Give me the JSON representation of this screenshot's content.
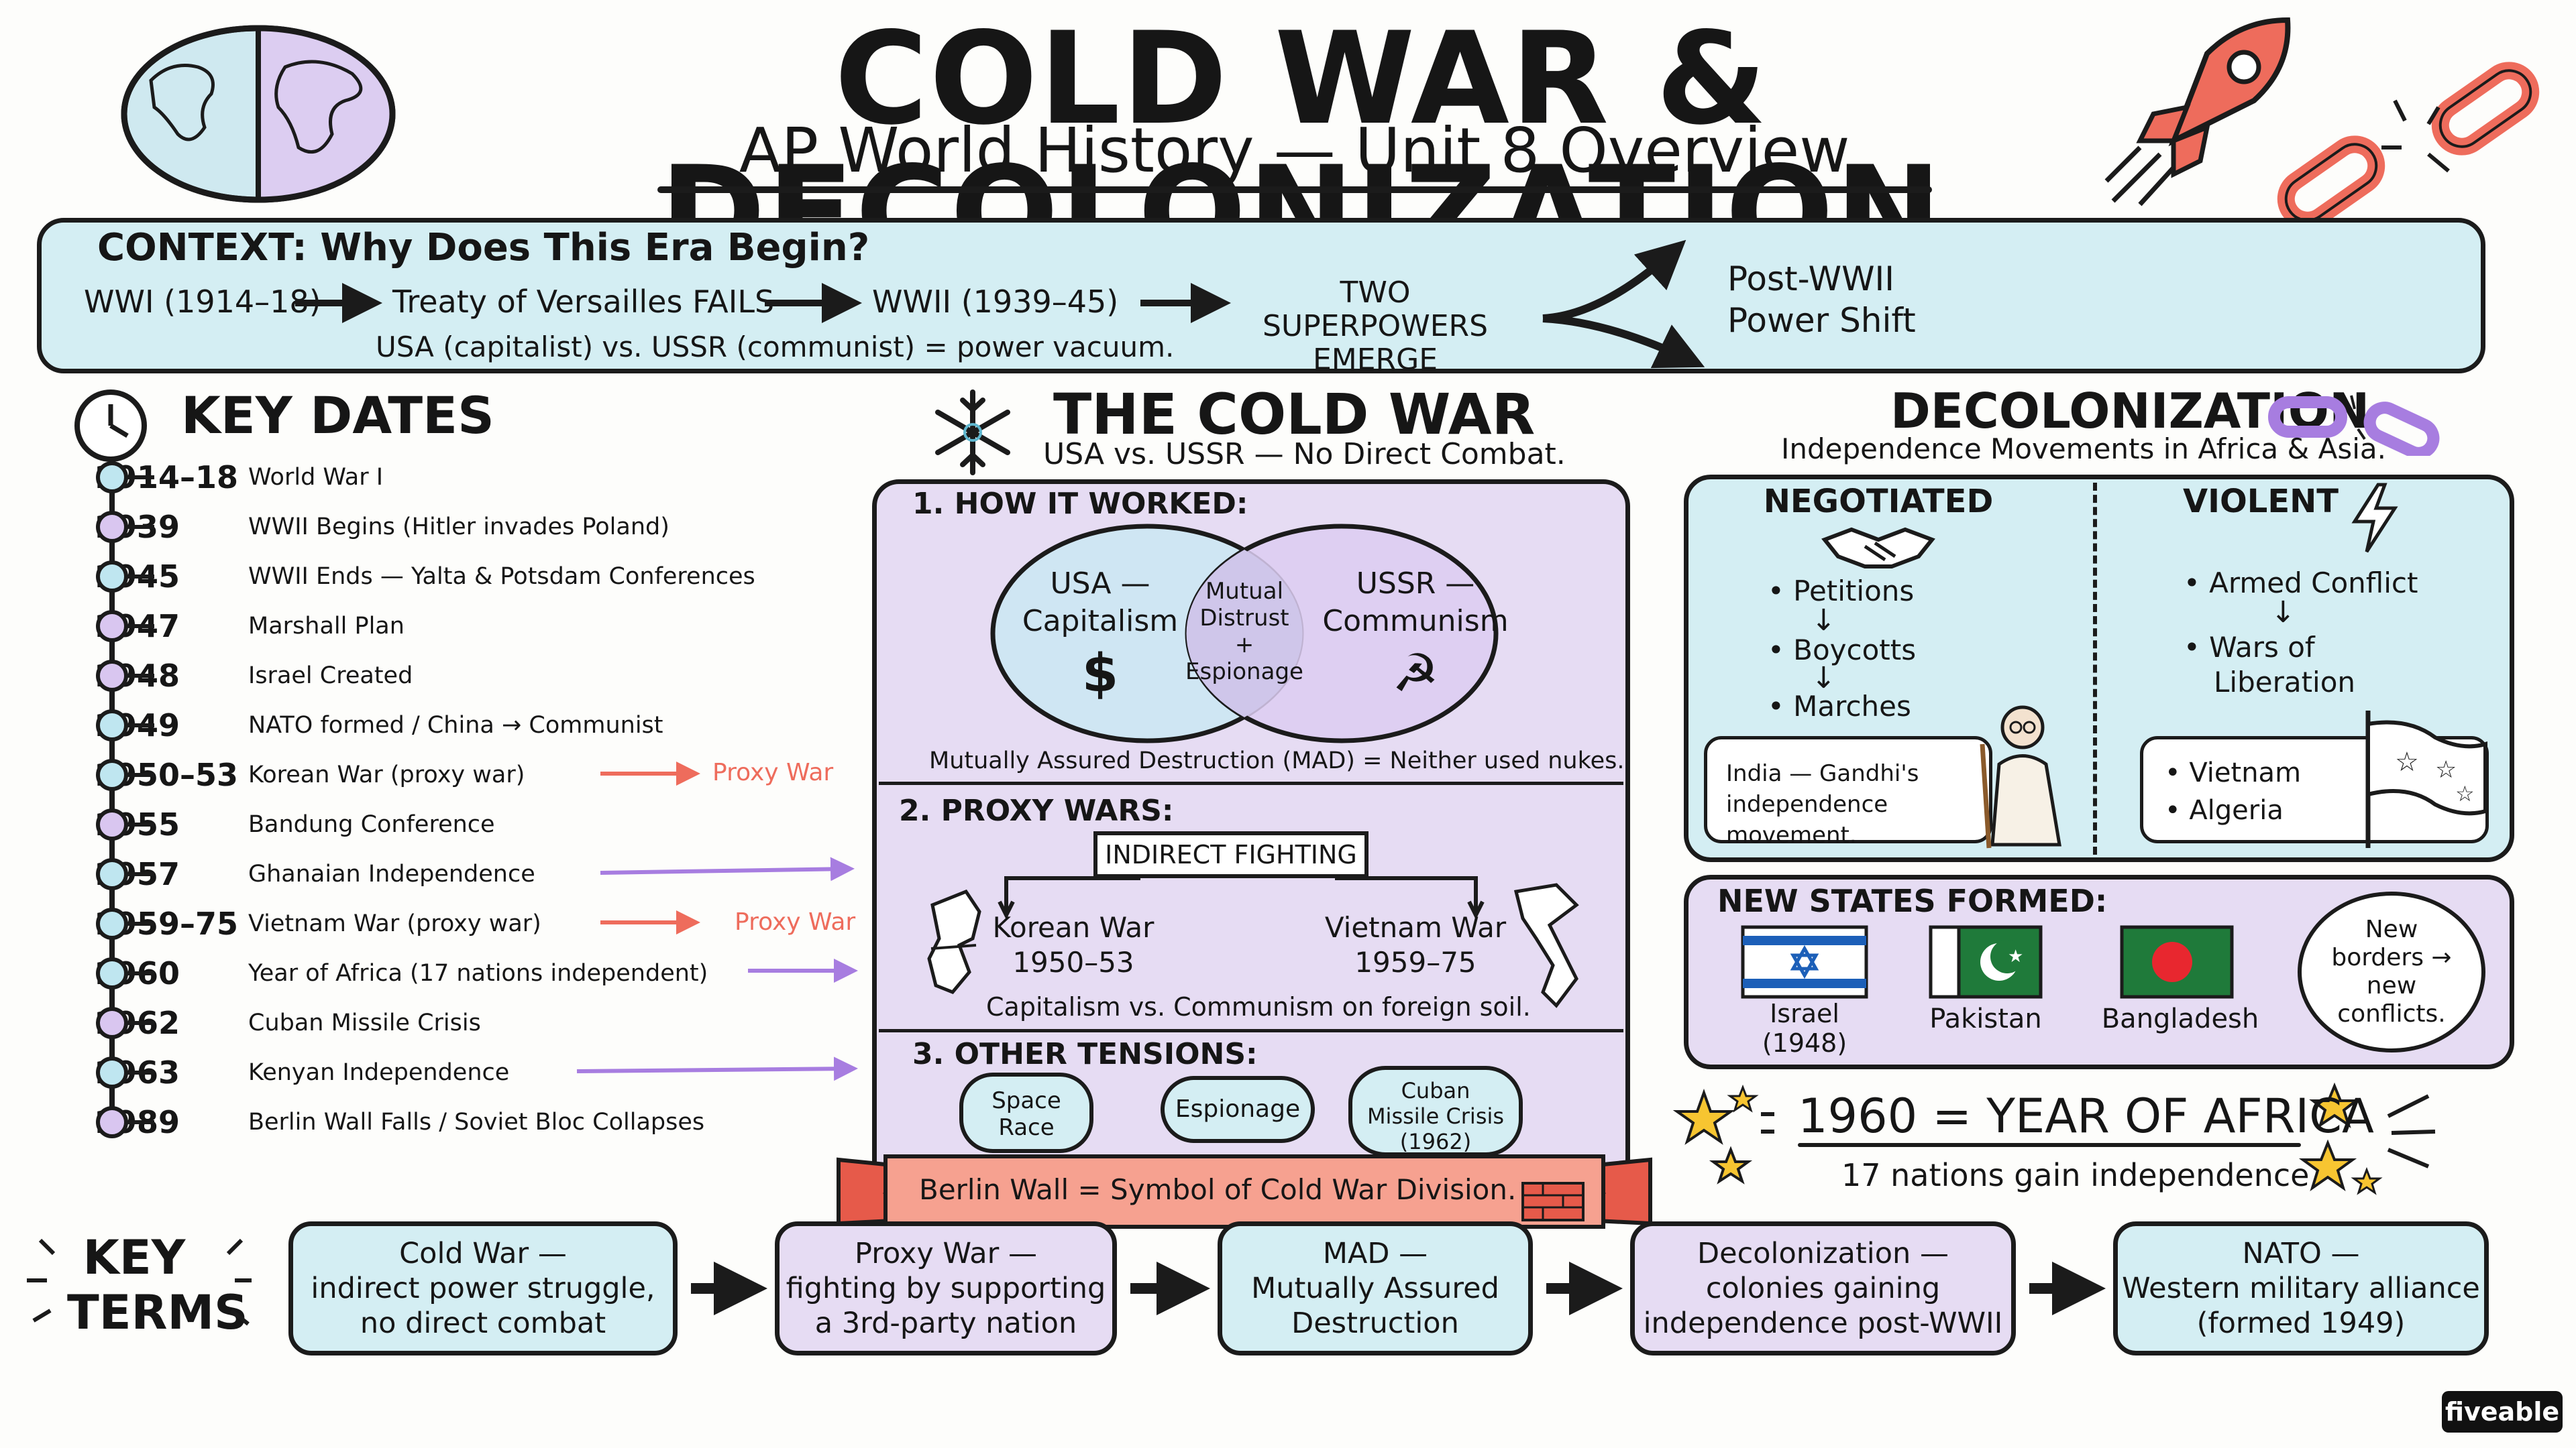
{
  "header": {
    "title": "COLD WAR & DECOLONIZATION",
    "subtitle": "AP World History — Unit 8 Overview."
  },
  "context": {
    "heading": "CONTEXT: Why Does This Era Begin?",
    "steps": [
      "WWI (1914–18)",
      "Treaty of Versailles FAILS",
      "WWII (1939–45)"
    ],
    "emerge": [
      "TWO SUPERPOWERS",
      "EMERGE"
    ],
    "note": "USA (capitalist) vs. USSR (communist) = power vacuum.",
    "shift": [
      "Post-WWII",
      "Power Shift"
    ]
  },
  "key_dates": {
    "heading": "KEY DATES",
    "items": [
      {
        "year": "1914–18",
        "event": "World War I",
        "dot": "#bfe6f0"
      },
      {
        "year": "1939",
        "event": "WWII Begins (Hitler invades Poland)",
        "dot": "#d9c6f0"
      },
      {
        "year": "1945",
        "event": "WWII Ends — Yalta & Potsdam Conferences",
        "dot": "#bfe6f0"
      },
      {
        "year": "1947",
        "event": "Marshall Plan",
        "dot": "#d9c6f0"
      },
      {
        "year": "1948",
        "event": "Israel Created",
        "dot": "#d9c6f0"
      },
      {
        "year": "1949",
        "event": "NATO formed / China → Communist",
        "dot": "#bfe6f0"
      },
      {
        "year": "1950–53",
        "event": "Korean War (proxy war)",
        "dot": "#bfe6f0"
      },
      {
        "year": "1955",
        "event": "Bandung Conference",
        "dot": "#d9c6f0"
      },
      {
        "year": "1957",
        "event": "Ghanaian Independence",
        "dot": "#bfe6f0"
      },
      {
        "year": "1959–75",
        "event": "Vietnam War (proxy war)",
        "dot": "#bfe6f0"
      },
      {
        "year": "1960",
        "event": "Year of Africa (17 nations independent)",
        "dot": "#bfe6f0"
      },
      {
        "year": "1962",
        "event": "Cuban Missile Crisis",
        "dot": "#d9c6f0"
      },
      {
        "year": "1963",
        "event": "Kenyan Independence",
        "dot": "#bfe6f0"
      },
      {
        "year": "1989",
        "event": "Berlin Wall Falls / Soviet Bloc Collapses",
        "dot": "#d9c6f0"
      }
    ],
    "proxy_label": "Proxy War"
  },
  "cold_war": {
    "title": "THE COLD WAR",
    "subtitle": "USA vs. USSR — No Direct Combat.",
    "s1_heading": "1. HOW IT WORKED:",
    "usa": [
      "USA —",
      "Capitalism",
      "$"
    ],
    "ussr": [
      "USSR —",
      "Communism",
      "☭"
    ],
    "overlap": [
      "Mutual",
      "Distrust",
      "+",
      "Espionage"
    ],
    "mad_note": "Mutually Assured Destruction (MAD) = Neither used nukes.",
    "s2_heading": "2. PROXY WARS:",
    "indirect": "INDIRECT FIGHTING",
    "korean": [
      "Korean War",
      "1950–53"
    ],
    "vietnam": [
      "Vietnam War",
      "1959–75"
    ],
    "foreign": "Capitalism vs. Communism on foreign soil.",
    "s3_heading": "3. OTHER TENSIONS:",
    "tensions": [
      [
        "Space",
        "Race"
      ],
      [
        "Espionage"
      ],
      [
        "Cuban",
        "Missile Crisis",
        "(1962)"
      ]
    ],
    "banner": "Berlin Wall = Symbol of Cold War Division."
  },
  "decolonization": {
    "title": "DECOLONIZATION",
    "subtitle": "Independence Movements in Africa & Asia.",
    "negotiated": {
      "heading": "NEGOTIATED",
      "items": [
        "Petitions",
        "Boycotts",
        "Marches"
      ],
      "example": [
        "India — Gandhi's",
        "independence movement."
      ]
    },
    "violent": {
      "heading": "VIOLENT",
      "items": [
        [
          "Armed Conflict"
        ],
        [
          "Wars of",
          "Liberation"
        ]
      ],
      "examples": [
        "Vietnam",
        "Algeria"
      ]
    },
    "new_states": {
      "heading": "NEW STATES FORMED:",
      "flags": [
        [
          "Israel",
          "(1948)"
        ],
        [
          "Pakistan"
        ],
        [
          "Bangladesh"
        ]
      ],
      "bubble": [
        "New",
        "borders →",
        "new",
        "conflicts."
      ]
    }
  },
  "year_of_africa": {
    "line1": "1960 = YEAR OF AFRICA",
    "line2": "17 nations gain independence"
  },
  "key_terms": {
    "heading": [
      "KEY",
      "TERMS"
    ],
    "terms": [
      [
        "Cold War —",
        "indirect power struggle,",
        "no direct combat"
      ],
      [
        "Proxy War —",
        "fighting by supporting",
        "a 3rd-party nation"
      ],
      [
        "MAD —",
        "Mutually Assured",
        "Destruction"
      ],
      [
        "Decolonization —",
        "colonies gaining",
        "independence post-WWII"
      ],
      [
        "NATO —",
        "Western military alliance",
        "(formed 1949)"
      ]
    ]
  },
  "brand": "fiveable",
  "colors": {
    "blue": "#d4eef3",
    "purple": "#e6dcf3",
    "red": "#ee6c5c",
    "purple_arrow": "#a77de0"
  },
  "icons": [
    "globe-icon",
    "rocket-icon",
    "broken-chain-icon",
    "clock-icon",
    "snowflake-icon",
    "handshake-icon",
    "lightning-icon",
    "gandhi-icon",
    "flag-icon",
    "korea-map-icon",
    "vietnam-map-icon",
    "star-icon",
    "brick-wall-icon"
  ]
}
